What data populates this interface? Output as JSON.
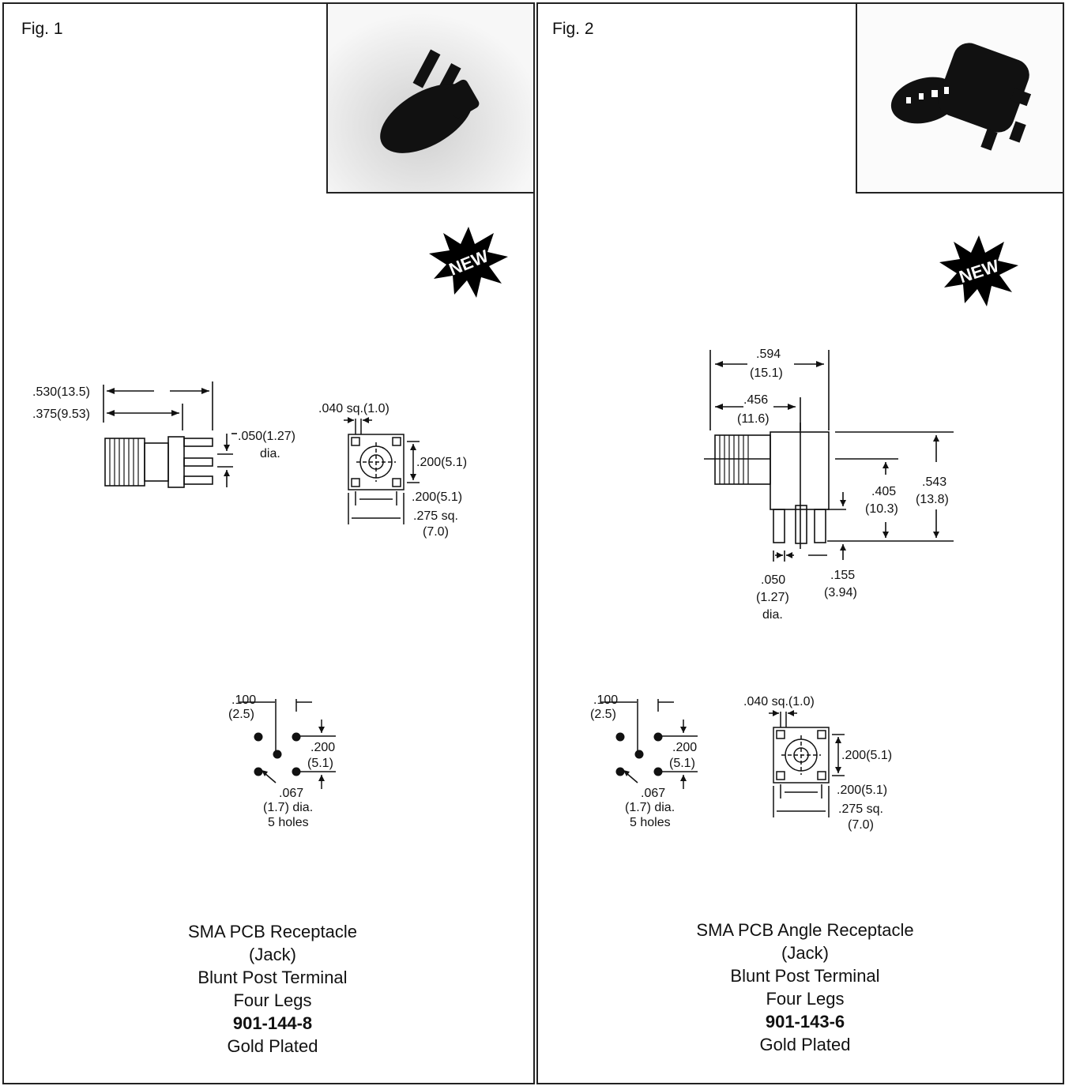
{
  "figures": [
    {
      "label": "Fig. 1",
      "badge": "NEW",
      "side_dims": {
        "length_overall": ".530(13.5)",
        "length_body": ".375(9.53)",
        "leg_dia": ".050(1.27)",
        "leg_dia_unit": "dia."
      },
      "footprint_dims": {
        "leg_sq": ".040 sq.(1.0)",
        "leg_spacing_v": ".200(5.1)",
        "leg_spacing_h": ".200(5.1)",
        "flange_sq_1": ".275 sq.",
        "flange_sq_2": "(7.0)"
      },
      "hole_dims": {
        "pitch_1": ".100",
        "pitch_2": "(2.5)",
        "row_1": ".200",
        "row_2": "(5.1)",
        "hole_1": ".067",
        "hole_2": "(1.7) dia.",
        "hole_3": "5 holes"
      },
      "caption": {
        "line1": "SMA PCB Receptacle",
        "line2": "(Jack)",
        "line3": "Blunt Post Terminal",
        "line4": "Four Legs",
        "part_number": "901-144-8",
        "finish": "Gold Plated"
      }
    },
    {
      "label": "Fig. 2",
      "badge": "NEW",
      "side_dims": {
        "width_overall_1": ".594",
        "width_overall_2": "(15.1)",
        "width_body_1": ".456",
        "width_body_2": "(11.6)",
        "height_center_1": ".405",
        "height_center_2": "(10.3)",
        "height_overall_1": ".543",
        "height_overall_2": "(13.8)",
        "leg_dia_1": ".050",
        "leg_dia_2": "(1.27)",
        "leg_dia_3": "dia.",
        "leg_len_1": ".155",
        "leg_len_2": "(3.94)"
      },
      "hole_dims": {
        "pitch_1": ".100",
        "pitch_2": "(2.5)",
        "row_1": ".200",
        "row_2": "(5.1)",
        "hole_1": ".067",
        "hole_2": "(1.7) dia.",
        "hole_3": "5 holes"
      },
      "footprint_dims": {
        "leg_sq": ".040 sq.(1.0)",
        "leg_spacing_v": ".200(5.1)",
        "leg_spacing_h": ".200(5.1)",
        "flange_sq_1": ".275 sq.",
        "flange_sq_2": "(7.0)"
      },
      "caption": {
        "line1": "SMA PCB Angle Receptacle",
        "line2": "(Jack)",
        "line3": "Blunt Post Terminal",
        "line4": "Four Legs",
        "part_number": "901-143-6",
        "finish": "Gold Plated"
      }
    }
  ]
}
